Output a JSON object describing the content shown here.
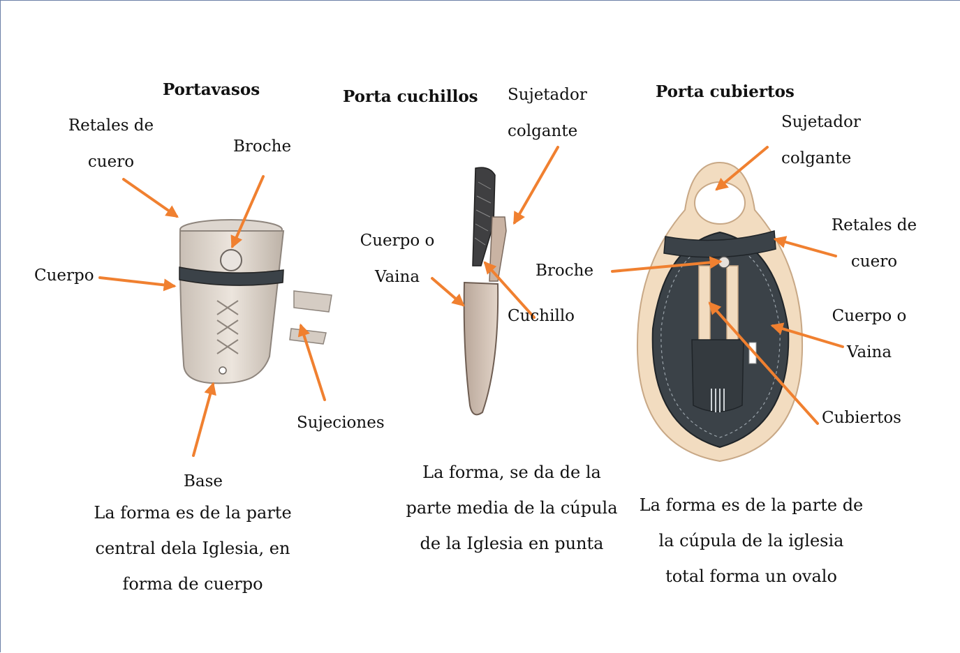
{
  "portavasos": {
    "title": "Portavasos",
    "labels": {
      "retales_l1": "Retales de",
      "retales_l2": "cuero",
      "broche": "Broche",
      "cuerpo": "Cuerpo",
      "sujeciones": "Sujeciones",
      "base": "Base"
    },
    "description": [
      "La forma es de la parte",
      "central dela Iglesia, en",
      "forma de cuerpo"
    ]
  },
  "porta_cuchillos": {
    "title": "Porta cuchillos",
    "labels": {
      "sujetador_l1": "Sujetador",
      "sujetador_l2": "colgante",
      "cuerpo_l1": "Cuerpo o",
      "cuerpo_l2": "Vaina",
      "cuchillo": "Cuchillo"
    },
    "description": [
      "La forma, se da de la",
      "parte media de la cúpula",
      "de la Iglesia en punta"
    ]
  },
  "porta_cubiertos": {
    "title": "Porta cubiertos",
    "labels": {
      "sujetador_l1": "Sujetador",
      "sujetador_l2": "colgante",
      "retales_l1": "Retales de",
      "retales_l2": "cuero",
      "broche": "Broche",
      "cuerpo_l1": "Cuerpo o",
      "cuerpo_l2": "Vaina",
      "cubiertos": "Cubiertos"
    },
    "description": [
      "La forma es de la parte de",
      "la cúpula de la iglesia",
      "total forma un ovalo"
    ]
  },
  "colors": {
    "arrow": "#f08030",
    "leather_light": "#d9cfc4",
    "leather_dark": "#3b4248",
    "wood": "#f2dcc0"
  }
}
